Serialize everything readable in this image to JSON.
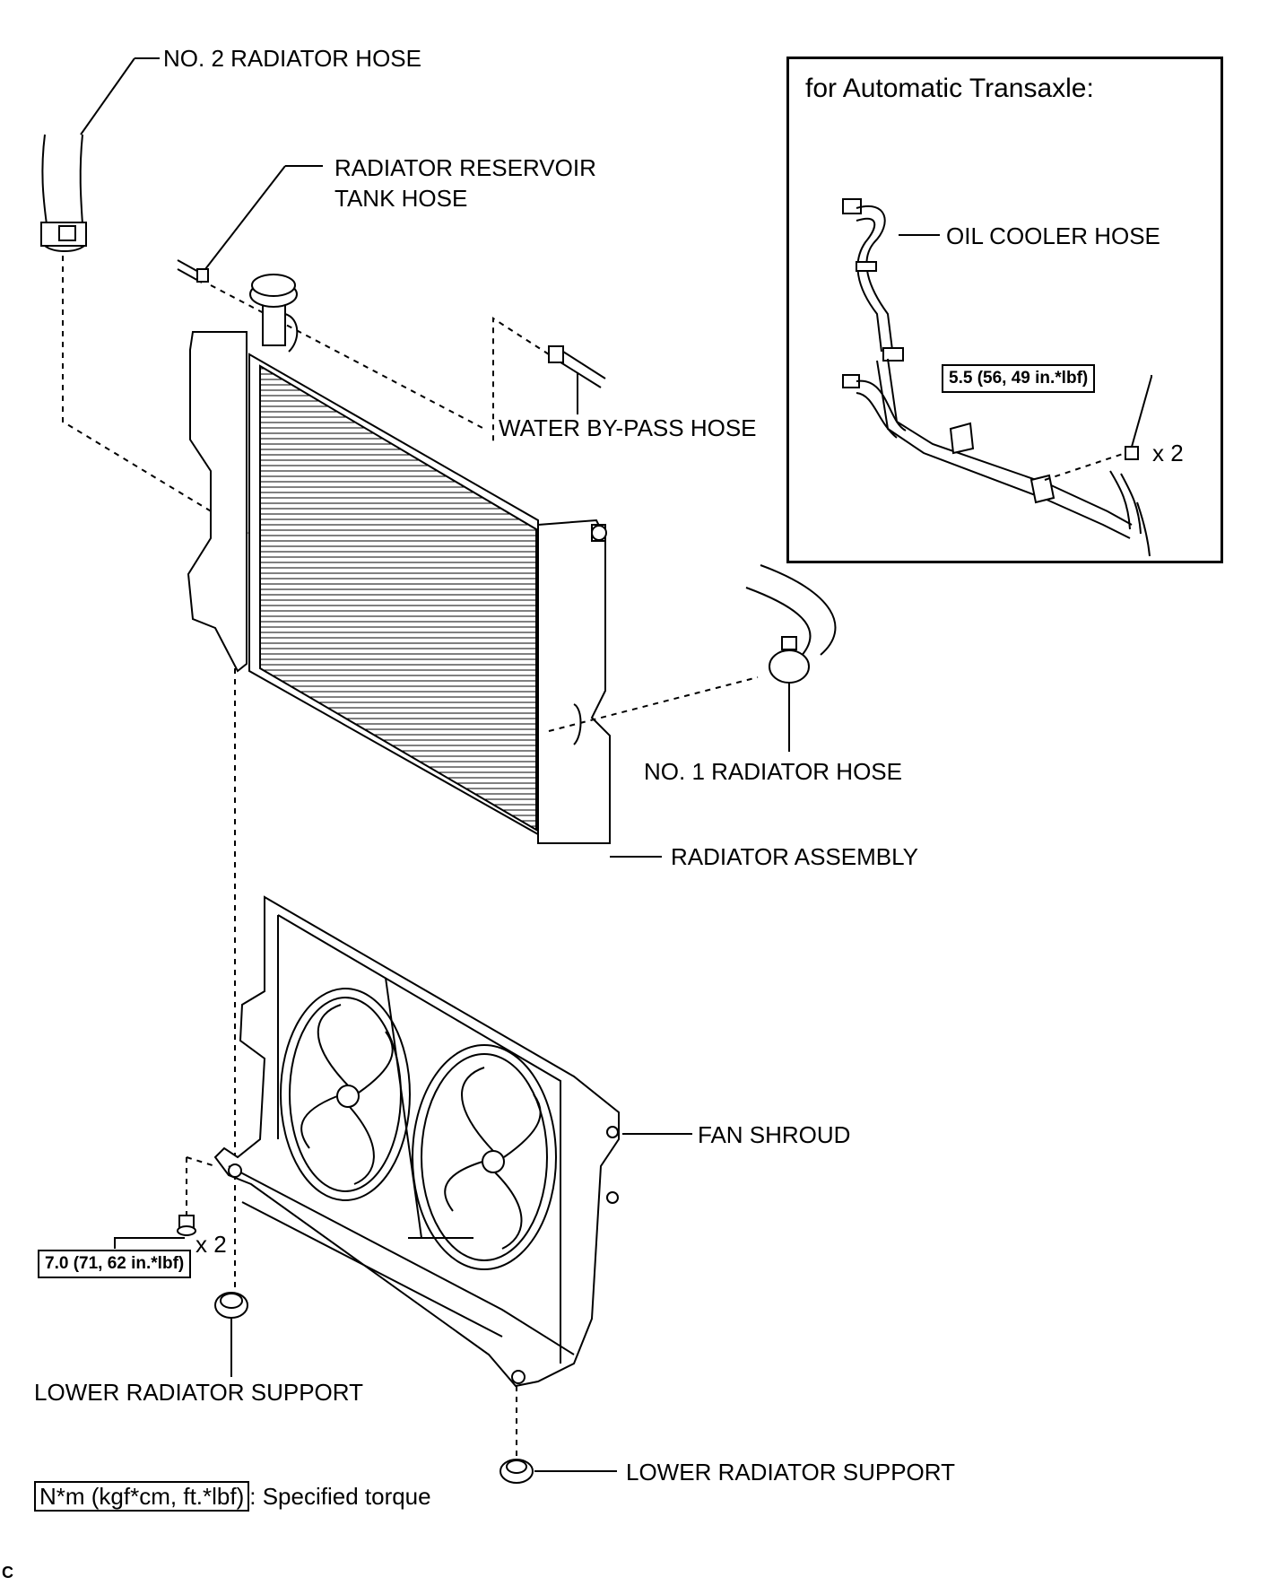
{
  "inset": {
    "title": "for Automatic Transaxle:",
    "oil_cooler_hose": "OIL COOLER HOSE",
    "torque": "5.5 (56, 49 in.*lbf)",
    "qty": "x 2"
  },
  "labels": {
    "no2_radiator_hose": "NO. 2 RADIATOR HOSE",
    "reservoir_hose_line1": "RADIATOR RESERVOIR",
    "reservoir_hose_line2": "TANK HOSE",
    "water_bypass_hose": "WATER BY-PASS HOSE",
    "no1_radiator_hose": "NO. 1 RADIATOR HOSE",
    "radiator_assembly": "RADIATOR ASSEMBLY",
    "fan_shroud": "FAN SHROUD",
    "lower_support_left": "LOWER RADIATOR SUPPORT",
    "lower_support_right": "LOWER RADIATOR SUPPORT",
    "bolt_qty": "x 2",
    "bolt_torque": "7.0 (71, 62 in.*lbf)"
  },
  "legend": {
    "unit_box": "N*m (kgf*cm, ft.*lbf)",
    "text": ": Specified torque"
  },
  "figure_code": "C"
}
